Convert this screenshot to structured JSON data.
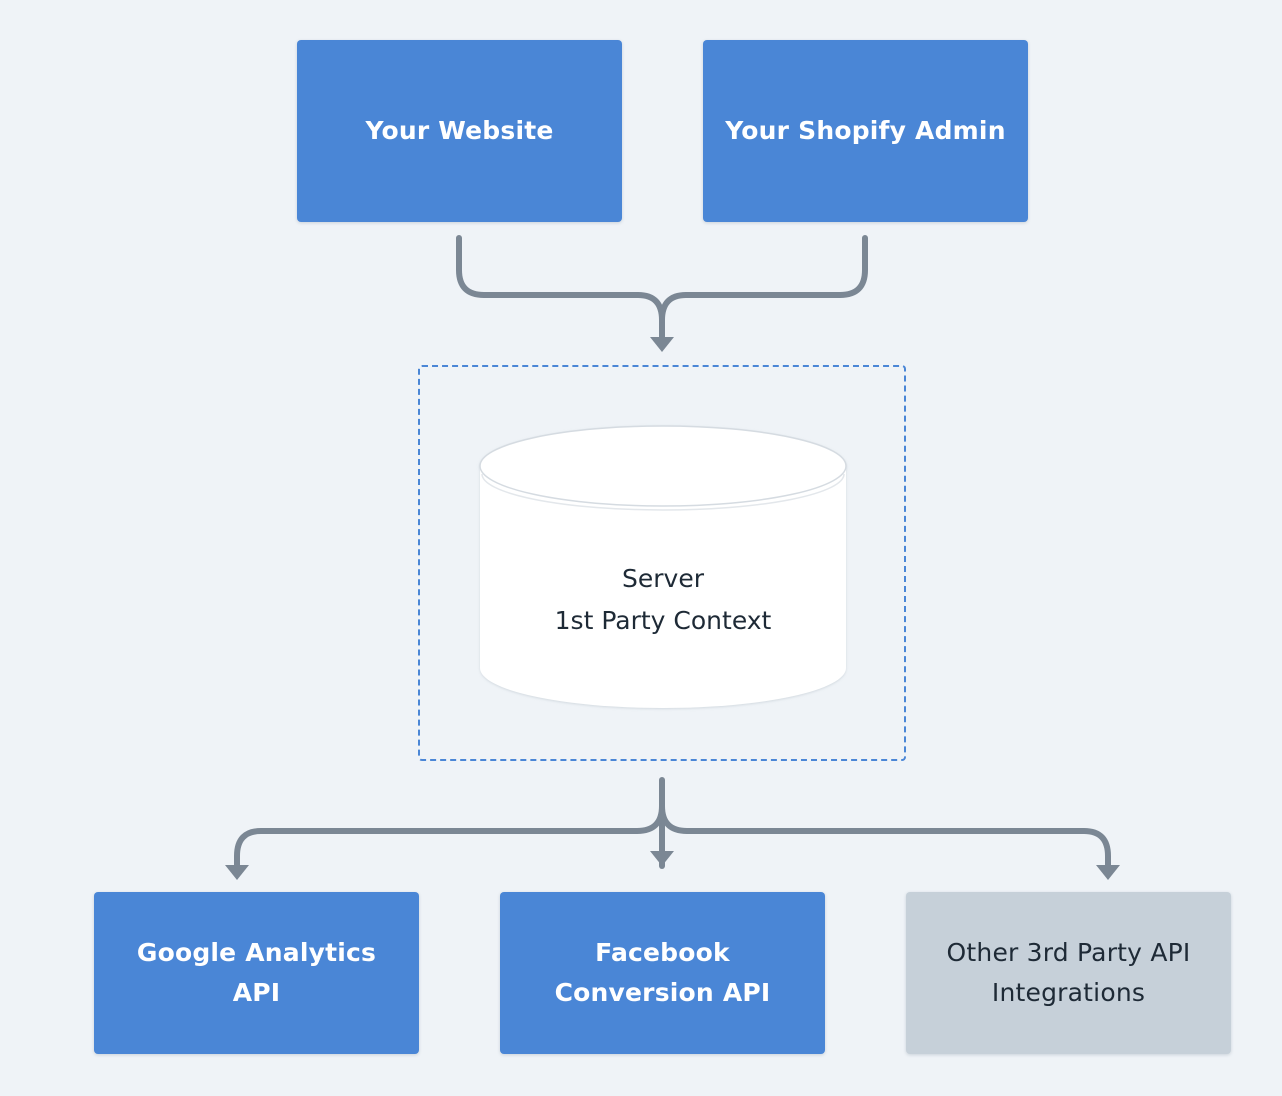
{
  "sources": {
    "website_label": "Your Website",
    "admin_label": "Your Shopify Admin"
  },
  "server": {
    "line1": "Server",
    "line2": "1st Party Context"
  },
  "destinations": {
    "ga_label": "Google Analytics API",
    "fb_label": "Facebook Conversion API",
    "other_label": "Other 3rd Party API Integrations"
  },
  "colors": {
    "background": "#eff3f7",
    "node_blue": "#4a86d6",
    "node_gray": "#c6d0d9",
    "connector": "#7b8794",
    "dashed_border": "#4a86d6",
    "database_fill": "#ffffff"
  }
}
